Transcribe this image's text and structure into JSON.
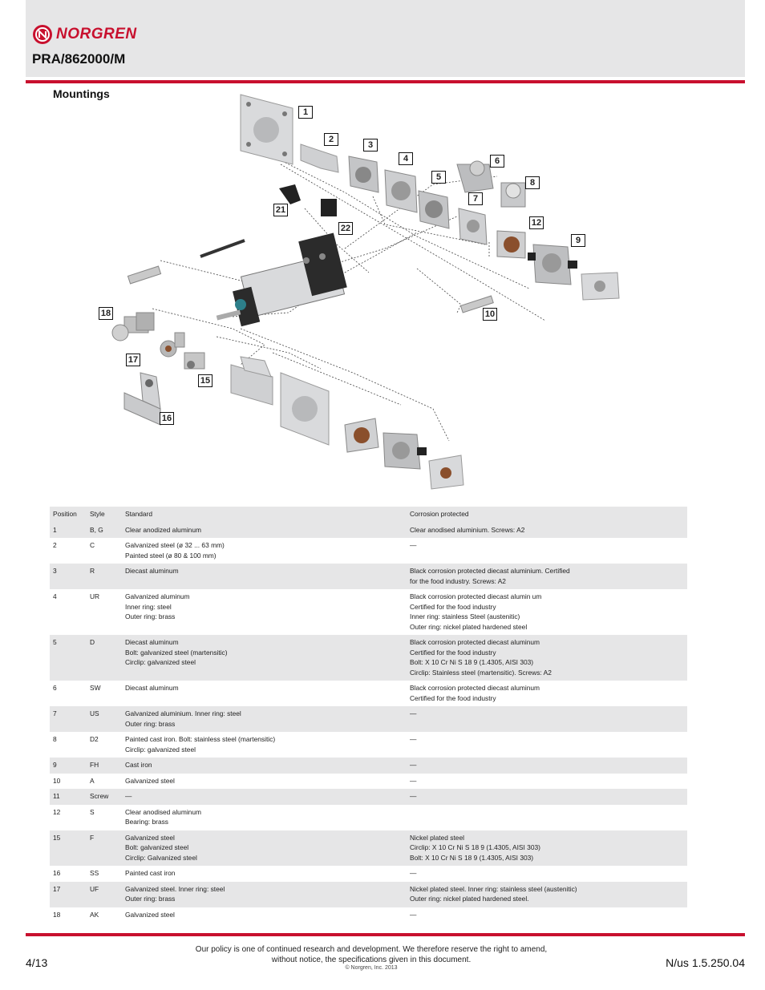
{
  "header": {
    "brand": "NORGREN",
    "doc_code": "PRA/862000/M",
    "colors": {
      "brand_red": "#c8102e",
      "header_gray": "#e6e6e7"
    }
  },
  "section_title": "Mountings",
  "callouts": [
    "1",
    "2",
    "3",
    "4",
    "5",
    "6",
    "7",
    "8",
    "9",
    "10",
    "12",
    "15",
    "16",
    "17",
    "18",
    "21",
    "22"
  ],
  "table": {
    "headers": [
      "Position",
      "Style",
      "Standard",
      "Corrosion protected"
    ],
    "rows": [
      {
        "position": "1",
        "style": "B, G",
        "standard": [
          "Clear anodized aluminum"
        ],
        "corrosion": [
          "Clear anodised aluminium. Screws: A2"
        ]
      },
      {
        "position": "2",
        "style": "C",
        "standard": [
          "Galvanized steel (ø 32 ... 63 mm)",
          "Painted steel (ø 80 & 100 mm)"
        ],
        "corrosion": [
          "—"
        ]
      },
      {
        "position": "3",
        "style": "R",
        "standard": [
          "Diecast aluminum"
        ],
        "corrosion": [
          "Black corrosion protected diecast aluminium. Certified",
          "for the food industry. Screws: A2"
        ]
      },
      {
        "position": "4",
        "style": "UR",
        "standard": [
          "Galvanized aluminum",
          "Inner ring: steel",
          "Outer ring: brass"
        ],
        "corrosion": [
          "Black corrosion  protected diecast alumin      um",
          "Certified for the food industry",
          "Inner ring: stainless Steel (austenitic)",
          "Outer ring: nickel plated hardened steel"
        ]
      },
      {
        "position": "5",
        "style": "D",
        "standard": [
          "Diecast aluminum",
          "Bolt: galvanized steel (martensitic)",
          "Circlip: galvanized steel"
        ],
        "corrosion": [
          "Black corrosion protected diecast aluminum",
          "Certified for the food industry",
          "Bolt: X 10 Cr Ni S 18  9 (1.4305, AISI 303)",
          "Circlip: Stainless steel (martensitic). Screws: A2"
        ]
      },
      {
        "position": "6",
        "style": "SW",
        "standard": [
          "Diecast aluminum"
        ],
        "corrosion": [
          "Black corrosion protected diecast aluminum",
          "Certified for the food industry"
        ]
      },
      {
        "position": "7",
        "style": "US",
        "standard": [
          "Galvanized aluminium. Inner ring: steel",
          "Outer ring: brass"
        ],
        "corrosion": [
          "—"
        ]
      },
      {
        "position": "8",
        "style": "D2",
        "standard": [
          "Painted cast iron. Bolt: stainless steel (martensitic)",
          "Circlip: galvanized steel"
        ],
        "corrosion": [
          "—"
        ]
      },
      {
        "position": "9",
        "style": "FH",
        "standard": [
          "Cast iron"
        ],
        "corrosion": [
          "—"
        ]
      },
      {
        "position": "10",
        "style": "A",
        "standard": [
          "Galvanized steel"
        ],
        "corrosion": [
          "—"
        ]
      },
      {
        "position": "11",
        "style": "Screw",
        "standard": [
          "—"
        ],
        "corrosion": [
          "—"
        ]
      },
      {
        "position": "12",
        "style": "S",
        "standard": [
          "Clear anodised aluminum",
          "Bearing: brass"
        ],
        "corrosion": [
          ""
        ]
      },
      {
        "position": "15",
        "style": "F",
        "standard": [
          "Galvanized steel",
          "Bolt: galvanized steel",
          "Circlip: Galvanized steel"
        ],
        "corrosion": [
          "Nickel plated steel",
          "Circlip: X 10 Cr Ni S 18 9 (1.4305, AISI 303)",
          "Bolt: X 10 Cr Ni S 18  9 (1.4305, AISI 303)"
        ]
      },
      {
        "position": "16",
        "style": "SS",
        "standard": [
          "Painted cast iron"
        ],
        "corrosion": [
          "—"
        ]
      },
      {
        "position": "17",
        "style": "UF",
        "standard": [
          "Galvanized steel. Inner ring: steel",
          "Outer ring: brass"
        ],
        "corrosion": [
          "Nickel plated steel. Inner ring: stainless steel (austenitic)",
          "Outer ring: nickel plated hardened steel."
        ]
      },
      {
        "position": "18",
        "style": "AK",
        "standard": [
          "Galvanized steel"
        ],
        "corrosion": [
          "—"
        ]
      }
    ]
  },
  "footer": {
    "page": "4/13",
    "policy_line1": "Our policy is one of continued research and development. We therefore reserve the right to amend,",
    "policy_line2": "without notice, the specifications given in this document.",
    "copyright": "© Norgren, Inc. 2013",
    "doc_number": "N/us 1.5.250.04"
  }
}
